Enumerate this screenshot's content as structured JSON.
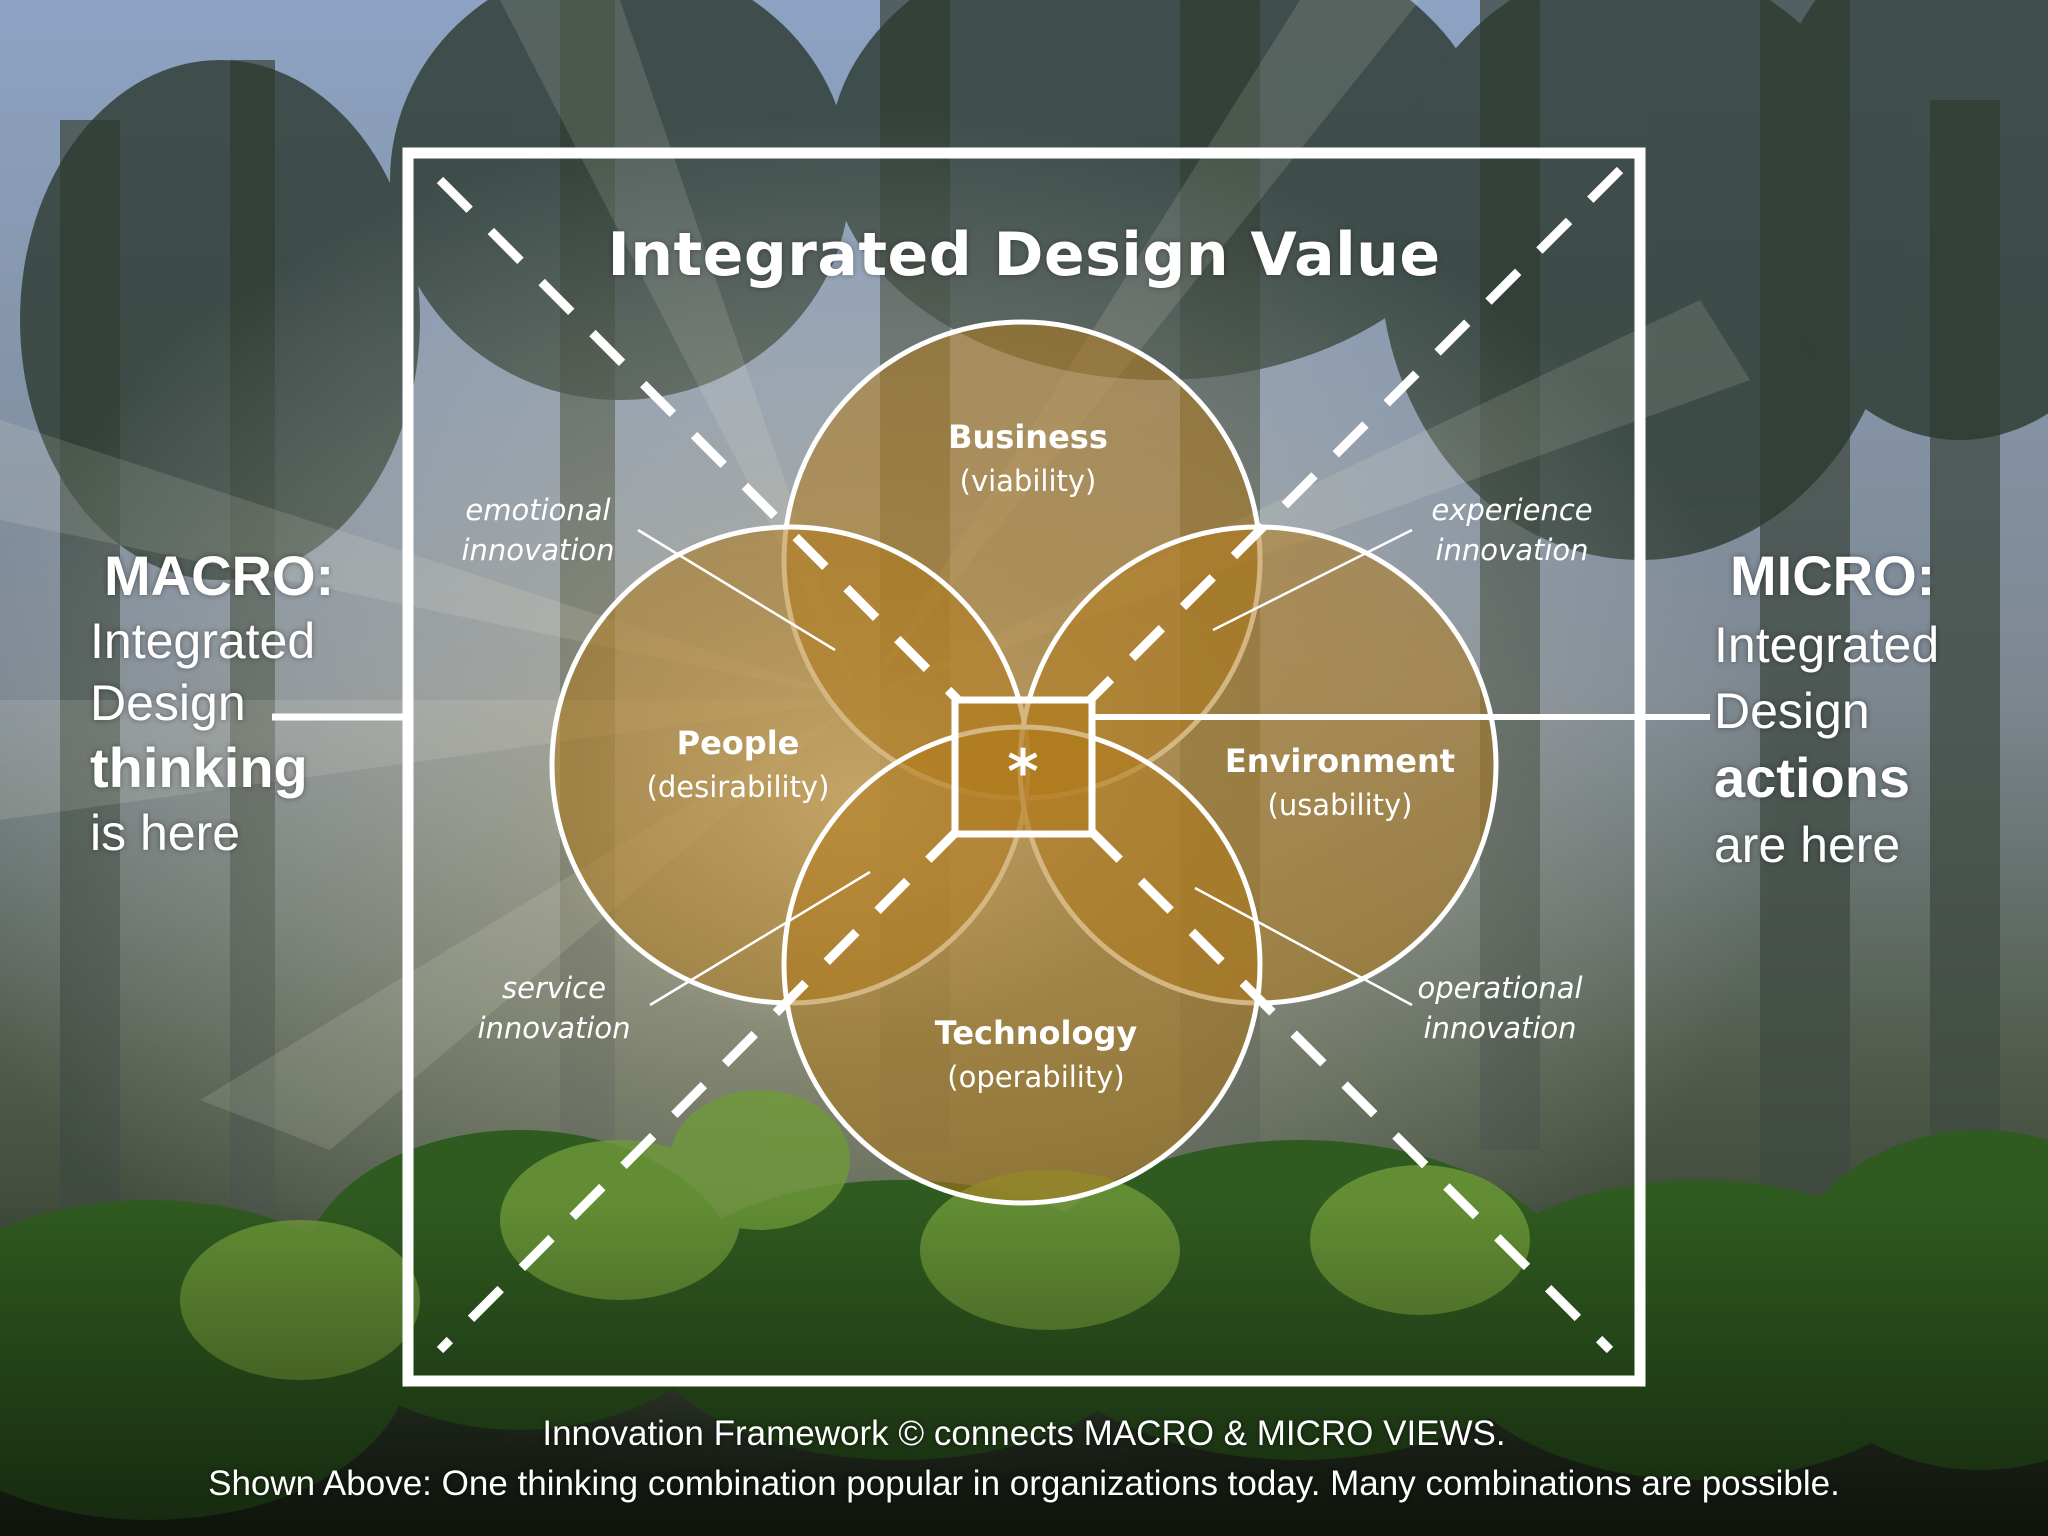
{
  "title": "Integrated Design Value",
  "macro": {
    "heading": "MACRO:",
    "line1": "Integrated",
    "line2": "Design",
    "emphasis": "thinking",
    "tail": "is here"
  },
  "micro": {
    "heading": "MICRO:",
    "line1": "Integrated",
    "line2": "Design",
    "emphasis": "actions",
    "tail": "are here"
  },
  "circles": {
    "business": {
      "name": "Business",
      "sub": "(viability)"
    },
    "people": {
      "name": "People",
      "sub": "(desirability)"
    },
    "environment": {
      "name": "Environment",
      "sub": "(usability)"
    },
    "technology": {
      "name": "Technology",
      "sub": "(operability)"
    }
  },
  "innovations": {
    "emotional": {
      "l1": "emotional",
      "l2": "innovation"
    },
    "experience": {
      "l1": "experience",
      "l2": "innovation"
    },
    "service": {
      "l1": "service",
      "l2": "innovation"
    },
    "operational": {
      "l1": "operational",
      "l2": "innovation"
    }
  },
  "center_symbol": "*",
  "caption": {
    "line1": "Innovation Framework © connects MACRO & MICRO VIEWS.",
    "line2": "Shown Above: One thinking combination popular in organizations today. Many combinations are possible."
  },
  "colors": {
    "circle_fill": "#b07a1c",
    "line": "#ffffff"
  }
}
